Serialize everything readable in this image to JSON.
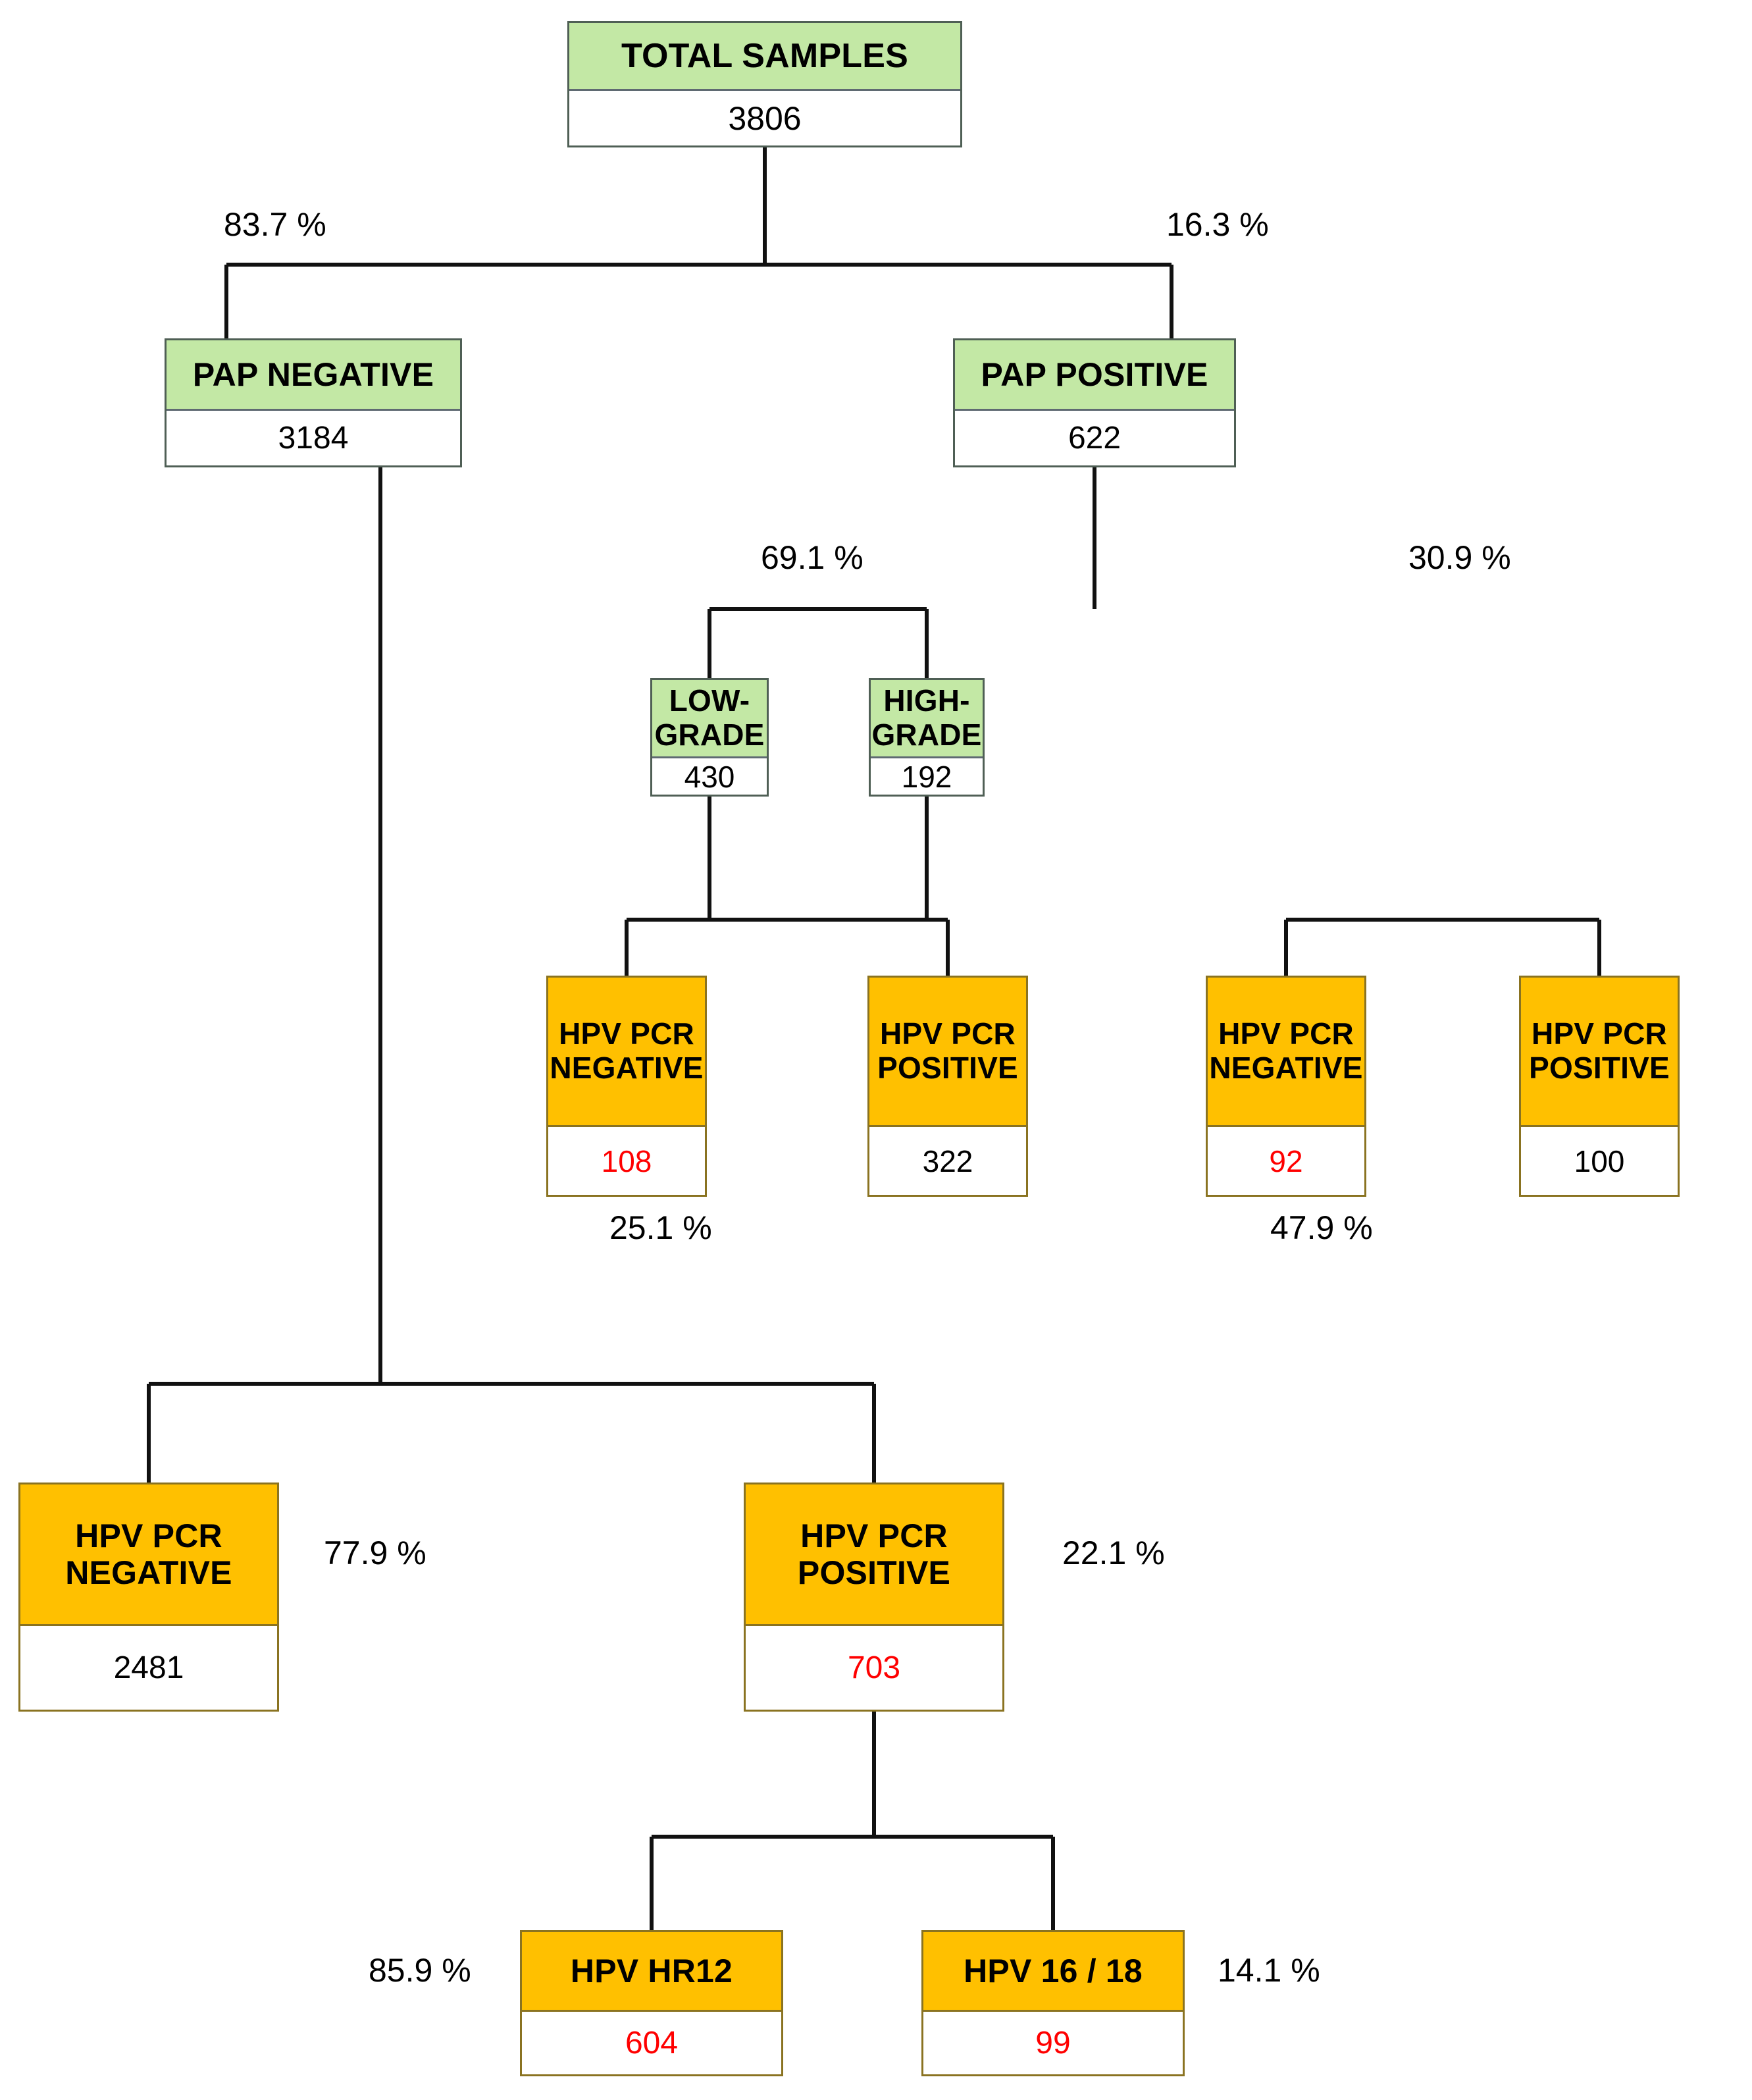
{
  "chart_data": {
    "type": "diagram",
    "title": "HPV / PAP screening flow diagram",
    "diagram_kind": "flowchart-tree",
    "colors": {
      "green_header": "#C3E8A5",
      "orange_header": "#FFC000",
      "value_highlight": "#FF0000",
      "box_border": "#5F6A72",
      "connector": "#000000",
      "background": "#FFFFFF"
    },
    "nodes": [
      {
        "id": "total",
        "label": "TOTAL SAMPLES",
        "value": "3806",
        "value_color": "black",
        "style": "green"
      },
      {
        "id": "pap_neg",
        "label": "PAP NEGATIVE",
        "value": "3184",
        "value_color": "black",
        "style": "green"
      },
      {
        "id": "pap_pos",
        "label": "PAP POSITIVE",
        "value": "622",
        "value_color": "black",
        "style": "green"
      },
      {
        "id": "low",
        "label": "LOW-GRADE",
        "value": "430",
        "value_color": "black",
        "style": "green"
      },
      {
        "id": "high",
        "label": "HIGH-GRADE",
        "value": "192",
        "value_color": "black",
        "style": "green"
      },
      {
        "id": "lg_neg",
        "label": "HPV PCR NEGATIVE",
        "value": "108",
        "value_color": "red",
        "style": "orange"
      },
      {
        "id": "lg_pos",
        "label": "HPV PCR POSITIVE",
        "value": "322",
        "value_color": "black",
        "style": "orange"
      },
      {
        "id": "hg_neg",
        "label": "HPV PCR NEGATIVE",
        "value": "92",
        "value_color": "red",
        "style": "orange"
      },
      {
        "id": "hg_pos",
        "label": "HPV PCR POSITIVE",
        "value": "100",
        "value_color": "black",
        "style": "orange"
      },
      {
        "id": "bot_neg",
        "label": "HPV PCR NEGATIVE",
        "value": "2481",
        "value_color": "black",
        "style": "orange"
      },
      {
        "id": "bot_pos",
        "label": "HPV PCR POSITIVE",
        "value": "703",
        "value_color": "red",
        "style": "orange"
      },
      {
        "id": "hr12",
        "label": "HPV HR12",
        "value": "604",
        "value_color": "red",
        "style": "orange"
      },
      {
        "id": "hpv1618",
        "label": "HPV 16 / 18",
        "value": "99",
        "value_color": "red",
        "style": "orange"
      }
    ],
    "edges": [
      {
        "from": "total",
        "to": "pap_neg",
        "label": "83.7 %"
      },
      {
        "from": "total",
        "to": "pap_pos",
        "label": "16.3 %"
      },
      {
        "from": "pap_pos",
        "to": "low",
        "label": "69.1 %"
      },
      {
        "from": "pap_pos",
        "to": "high",
        "label": "30.9 %"
      },
      {
        "from": "low",
        "to": "lg_neg",
        "label": "25.1 %"
      },
      {
        "from": "low",
        "to": "lg_pos",
        "label": ""
      },
      {
        "from": "high",
        "to": "hg_neg",
        "label": "47.9 %"
      },
      {
        "from": "high",
        "to": "hg_pos",
        "label": ""
      },
      {
        "from": "pap_neg",
        "to": "bot_neg",
        "label": "77.9 %"
      },
      {
        "from": "pap_neg",
        "to": "bot_pos",
        "label": "22.1 %"
      },
      {
        "from": "bot_pos",
        "to": "hr12",
        "label": "85.9 %"
      },
      {
        "from": "bot_pos",
        "to": "hpv1618",
        "label": "14.1 %"
      }
    ]
  },
  "nodes": {
    "total": {
      "label": "TOTAL SAMPLES",
      "value": "3806"
    },
    "pap_neg": {
      "label": "PAP NEGATIVE",
      "value": "3184"
    },
    "pap_pos": {
      "label": "PAP POSITIVE",
      "value": "622"
    },
    "low": {
      "label": "LOW-GRADE",
      "value": "430"
    },
    "high": {
      "label": "HIGH-GRADE",
      "value": "192"
    },
    "lg_neg": {
      "label": "HPV PCR NEGATIVE",
      "value": "108"
    },
    "lg_pos": {
      "label": "HPV PCR POSITIVE",
      "value": "322"
    },
    "hg_neg": {
      "label": "HPV PCR NEGATIVE",
      "value": "92"
    },
    "hg_pos": {
      "label": "HPV PCR POSITIVE",
      "value": "100"
    },
    "bot_neg": {
      "label": "HPV PCR NEGATIVE",
      "value": "2481"
    },
    "bot_pos": {
      "label": "HPV PCR POSITIVE",
      "value": "703"
    },
    "hr12": {
      "label": "HPV HR12",
      "value": "604"
    },
    "hpv1618": {
      "label": "HPV 16 / 18",
      "value": "99"
    }
  },
  "percents": {
    "pap_neg": "83.7 %",
    "pap_pos": "16.3 %",
    "low": "69.1 %",
    "high": "30.9 %",
    "lg_neg": "25.1 %",
    "hg_neg": "47.9 %",
    "bot_neg": "77.9 %",
    "bot_pos": "22.1 %",
    "hr12": "85.9 %",
    "hpv1618": "14.1 %"
  }
}
